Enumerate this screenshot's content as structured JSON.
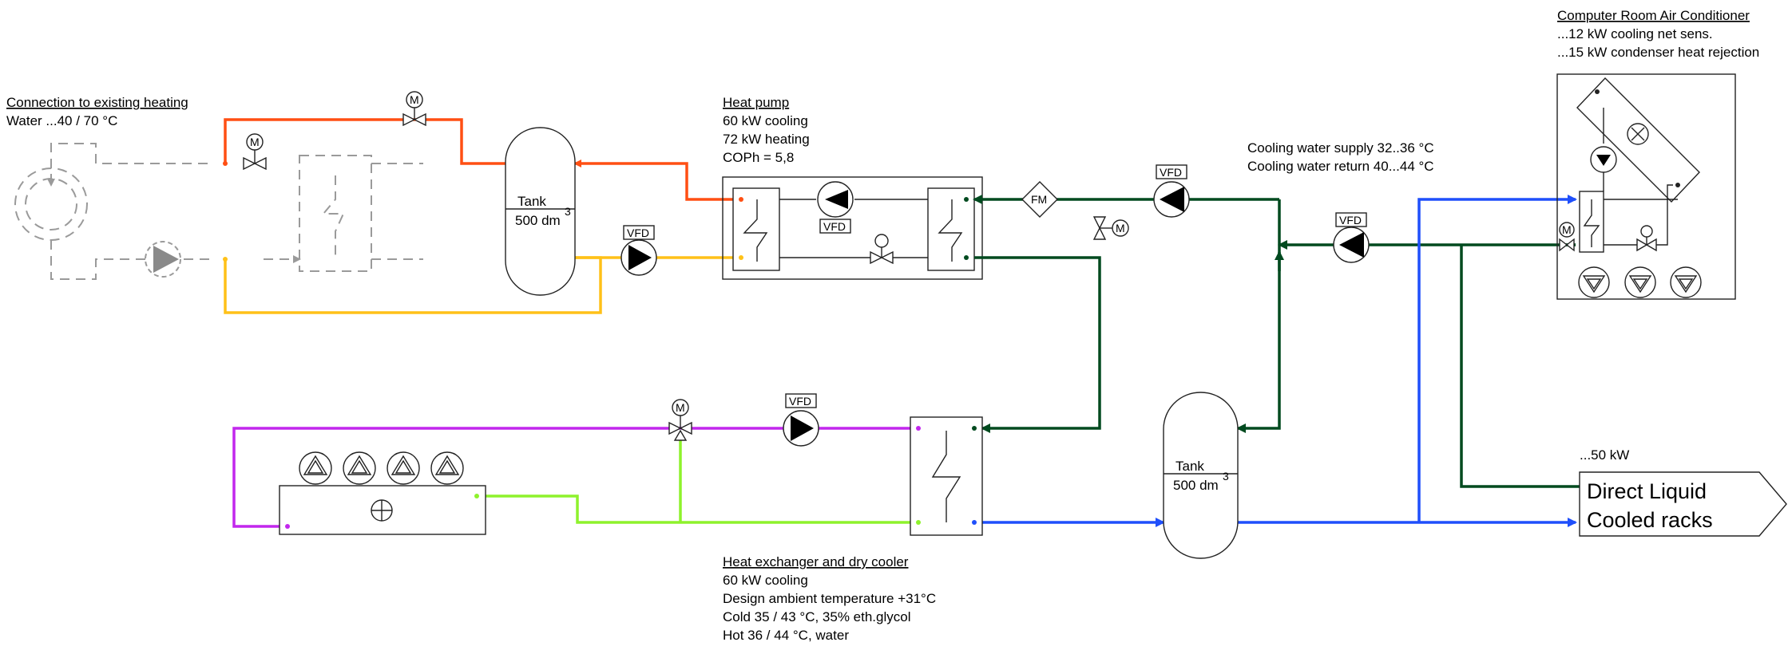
{
  "colors": {
    "hot_supply": "#ff4f13",
    "hot_return": "#ffc118",
    "cooling_water": "#004a1f",
    "chilled_supply": "#1f4ffb",
    "glycol": "#c227ed",
    "glycol_cold": "#8ef22c",
    "existing": "#9a9a9a"
  },
  "existing_heating": {
    "title": "Connection to existing heating",
    "line1": "Water ...40 / 70 °C"
  },
  "heat_pump": {
    "title": "Heat pump",
    "line1": "60 kW cooling",
    "line2": "72 kW heating",
    "line3": "COPh = 5,8"
  },
  "cooling_water": {
    "supply": "Cooling water supply 32..36 °C",
    "return": "Cooling water return 40...44 °C"
  },
  "crac": {
    "title": "Computer Room Air Conditioner",
    "line1": "...12 kW cooling net sens.",
    "line2": "...15 kW condenser heat rejection"
  },
  "tank_hot": {
    "label": "Tank",
    "volume": "500 dm",
    "sup": "3"
  },
  "tank_cool": {
    "label": "Tank",
    "volume": "500 dm",
    "sup": "3"
  },
  "tags": {
    "vfd": "VFD",
    "motor": "M",
    "flow_meter": "FM"
  },
  "dlc": {
    "power": "...50 kW",
    "line1": "Direct Liquid",
    "line2": "Cooled racks"
  },
  "hx_dry_cooler": {
    "title": "Heat exchanger and dry cooler",
    "line1": "60 kW cooling",
    "line2": "Design ambient temperature +31°C",
    "line3": "Cold 35 / 43 °C, 35% eth.glycol",
    "line4": "Hot 36 / 44 °C, water"
  }
}
